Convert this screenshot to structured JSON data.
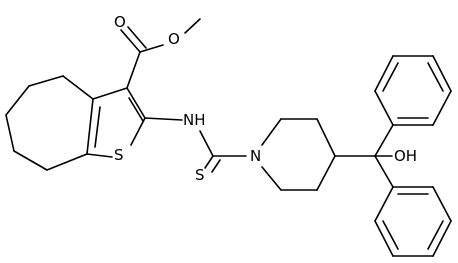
{
  "atoms": {
    "ester_o_carbonyl": "O",
    "ester_o_methoxy": "O",
    "thiophene_s": "S",
    "amide_nh": "NH",
    "thione_s": "S",
    "piperidine_n": "N",
    "hydroxyl": "OH"
  },
  "colors": {
    "bond": "#000000",
    "label": "#000000",
    "background": "#ffffff"
  }
}
